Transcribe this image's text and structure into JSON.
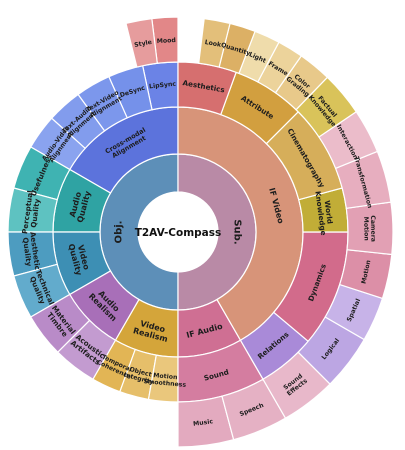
{
  "center": {
    "label": "T2AV-Compass"
  },
  "rings": {
    "inner": [
      {
        "id": "obj",
        "label": "Obj.",
        "color": "#5d8fb8"
      },
      {
        "id": "sub",
        "label": "Sub.",
        "color": "#b98aa6"
      }
    ],
    "middle": [
      {
        "label": "Cross-modal Alignment",
        "color": "#5c73dc"
      },
      {
        "label": "Audio Quality",
        "color": "#2fa3a3"
      },
      {
        "label": "Video Quality",
        "color": "#3d8fb4"
      },
      {
        "label": "Audio Realism",
        "color": "#a86fb8"
      },
      {
        "label": "Video Realism",
        "color": "#d4a53a"
      },
      {
        "label": "IF Audio",
        "color": "#cf6f93"
      },
      {
        "label": "IF Video",
        "color": "#d79479"
      }
    ],
    "outer": [
      {
        "label": "LipSync",
        "color": "#6b83e6"
      },
      {
        "label": "DeSync",
        "color": "#7591ea"
      },
      {
        "label": "Text-Video Alignment",
        "color": "#7c97ec"
      },
      {
        "label": "Text-Audio Alignment",
        "color": "#829ced"
      },
      {
        "label": "Audio-Video Alignment",
        "color": "#8aa3ef"
      },
      {
        "label": "Usefulness",
        "color": "#3fb3b2"
      },
      {
        "label": "Perceptual Quality",
        "color": "#5ec2c1"
      },
      {
        "label": "Aesthetic Quality",
        "color": "#4d9cc0"
      },
      {
        "label": "Technical Quality",
        "color": "#62abcc"
      },
      {
        "label": "Material Timbre",
        "color": "#b98bc8"
      },
      {
        "label": "Acoustic Artifacts",
        "color": "#c39bd0"
      },
      {
        "label": "Temporal Coherence",
        "color": "#e2b555"
      },
      {
        "label": "Object Integrity",
        "color": "#e6bf6a"
      },
      {
        "label": "Motion Smoothness",
        "color": "#eac77c"
      },
      {
        "label": "Sound",
        "color": "#d47da0"
      },
      {
        "label": "Relations",
        "color": "#a98ad8"
      },
      {
        "label": "Dynamics",
        "color": "#d26b8b"
      },
      {
        "label": "World Knowledge",
        "color": "#c1ad37"
      },
      {
        "label": "Cinematography",
        "color": "#d6ae5a"
      },
      {
        "label": "Attribute",
        "color": "#d29f3f"
      },
      {
        "label": "Aesthetics",
        "color": "#d66f6f"
      }
    ],
    "extra": [
      {
        "label": "Music",
        "color": "#e3aabf"
      },
      {
        "label": "Speech",
        "color": "#e5b1c4"
      },
      {
        "label": "Sound Effects",
        "color": "#e8b8ca"
      },
      {
        "label": "Logical",
        "color": "#bca6e3"
      },
      {
        "label": "Spatial",
        "color": "#c7b3e8"
      },
      {
        "label": "Motion",
        "color": "#dc8fa7"
      },
      {
        "label": "Camera Motion",
        "color": "#e2a0b4"
      },
      {
        "label": "Transformation",
        "color": "#e7aebf"
      },
      {
        "label": "Interaction",
        "color": "#ebbcca"
      },
      {
        "label": "Factual Knowledge",
        "color": "#d9c35a"
      },
      {
        "label": "Color Grading",
        "color": "#e8c98a"
      },
      {
        "label": "Frame",
        "color": "#ecd39b"
      },
      {
        "label": "Light",
        "color": "#efdcab"
      },
      {
        "label": "Quantity",
        "color": "#dcb065"
      },
      {
        "label": "Look",
        "color": "#e3bf7a"
      },
      {
        "label": "Mood",
        "color": "#e28788"
      },
      {
        "label": "Style",
        "color": "#e69c9d"
      }
    ]
  }
}
